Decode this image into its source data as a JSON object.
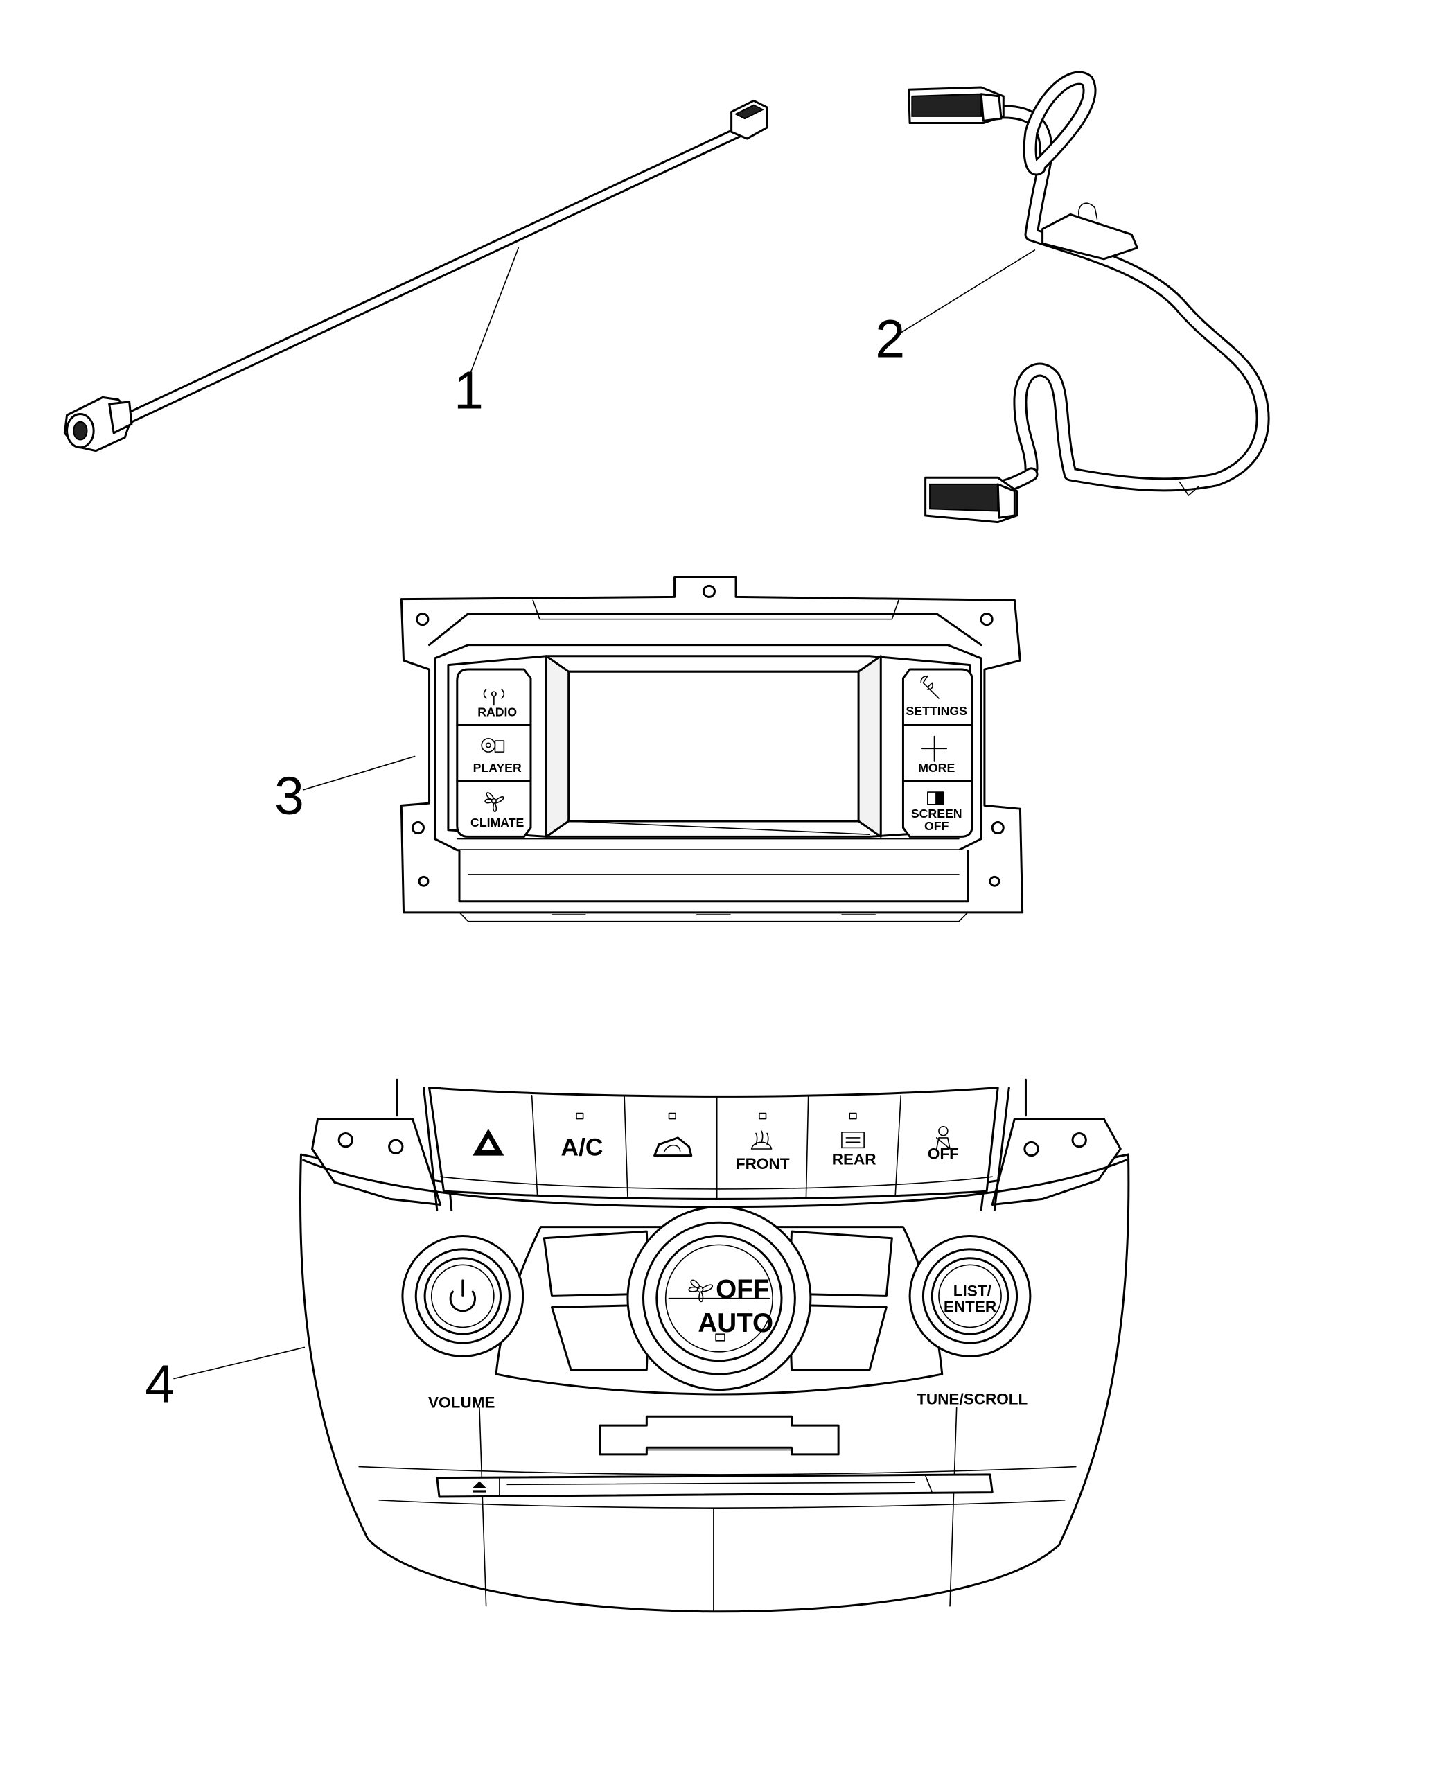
{
  "callouts": {
    "c1": "1",
    "c2": "2",
    "c3": "3",
    "c4": "4"
  },
  "radio_display": {
    "left_buttons": [
      "RADIO",
      "PLAYER",
      "CLIMATE"
    ],
    "right_buttons": [
      "SETTINGS",
      "MORE",
      "SCREEN",
      "OFF"
    ]
  },
  "control_panel": {
    "top_buttons": {
      "ac": "A/C",
      "front": "FRONT",
      "rear": "REAR",
      "off": "OFF"
    },
    "knobs": {
      "center_off": "OFF",
      "center_auto": "AUTO",
      "right_list": "LIST/",
      "right_enter": "ENTER"
    },
    "labels": {
      "volume": "VOLUME",
      "tune_scroll": "TUNE/SCROLL"
    }
  },
  "icons": [
    "cable-connector-icon",
    "hazard-triangle-icon",
    "recirculation-car-icon",
    "front-defrost-icon",
    "rear-defrost-icon",
    "seat-belt-person-icon",
    "power-icon",
    "fan-icon",
    "eject-icon",
    "radio-antenna-icon",
    "disc-player-icon",
    "wrench-icon",
    "plus-icon",
    "screen-off-icon"
  ]
}
